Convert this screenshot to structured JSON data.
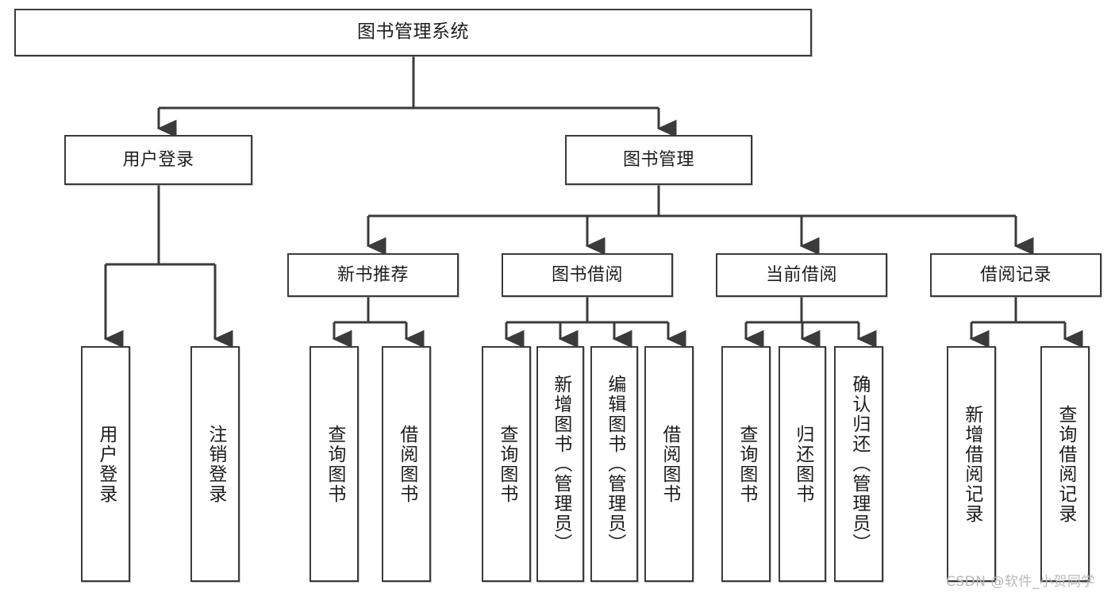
{
  "diagram": {
    "title": "图书管理系统",
    "watermark": "CSDN @软件_小贺同学",
    "line_color": "#3b3b3b",
    "box_border_color": "#3b3b3b",
    "box_fill_color": "#ffffff",
    "text_color": "#1d1d1d",
    "watermark_color": "#b9b9b9"
  },
  "nodes": {
    "root": {
      "label": "图书管理系统"
    },
    "level1": [
      {
        "label": "用户登录"
      },
      {
        "label": "图书管理"
      }
    ],
    "level2": [
      {
        "label": "新书推荐"
      },
      {
        "label": "图书借阅"
      },
      {
        "label": "当前借阅"
      },
      {
        "label": "借阅记录"
      }
    ],
    "leaves": {
      "user_login": [
        {
          "label": "用户登录"
        },
        {
          "label": "注销登录"
        }
      ],
      "new_book_recommend": [
        {
          "label": "查询图书"
        },
        {
          "label": "借阅图书"
        }
      ],
      "book_borrow": [
        {
          "label": "查询图书"
        },
        {
          "label": "新增图书（管理员）"
        },
        {
          "label": "编辑图书（管理员）"
        },
        {
          "label": "借阅图书"
        }
      ],
      "current_borrow": [
        {
          "label": "查询图书"
        },
        {
          "label": "归还图书"
        },
        {
          "label": "确认归还（管理员）"
        }
      ],
      "borrow_record": [
        {
          "label": "新增借阅记录"
        },
        {
          "label": "查询借阅记录"
        }
      ]
    }
  }
}
